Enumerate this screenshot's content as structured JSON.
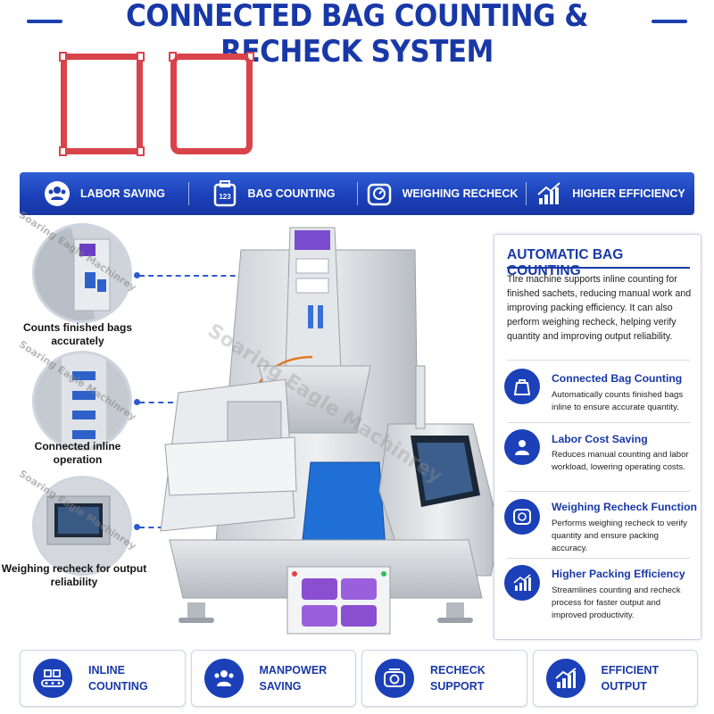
{
  "title": "CONNECTED BAG COUNTING & RECHECK SYSTEM",
  "banner": [
    {
      "label": "LABOR SAVING",
      "icon": "team-icon"
    },
    {
      "label": "BAG COUNTING",
      "icon": "bag-count-icon"
    },
    {
      "label": "WEIGHING RECHECK",
      "icon": "scale-icon"
    },
    {
      "label": "HIGHER EFFICIENCY",
      "icon": "growth-chart-icon"
    }
  ],
  "left_callouts": [
    {
      "caption": "Counts finished bags accurately"
    },
    {
      "caption": "Connected inline operation"
    },
    {
      "caption": "Weighing recheck for output reliability"
    }
  ],
  "watermark": "Soaring Eagle Machinrey",
  "panel": {
    "title": "AUTOMATIC BAG COUNTING",
    "description": "Tlre machine supports inline counting for finished sachets, reducing manual work and improving packing efficiency. It can also perform weighing recheck, helping verify quantity and improving output reliability.",
    "features": [
      {
        "title": "Connected Bag Counting",
        "desc": "Automatically counts finished bags inline to ensure accurate quantity.",
        "icon": "bag-icon"
      },
      {
        "title": "Labor Cost Saving",
        "desc": "Reduces manual counting and labor workload, lowering operating costs.",
        "icon": "worker-icon"
      },
      {
        "title": "Weighing Recheck Function",
        "desc": "Performs weighing recheck to verify quantity and ensure packing accuracy.",
        "icon": "scale-icon"
      },
      {
        "title": "Higher Packing Efficiency",
        "desc": "Streamlines counting and recheck process for faster output and improved productivity.",
        "icon": "growth-chart-icon"
      }
    ]
  },
  "bottom": [
    {
      "line1": "INLINE",
      "line2": "COUNTING",
      "icon": "conveyor-icon"
    },
    {
      "line1": "MANPOWER",
      "line2": "SAVING",
      "icon": "team-icon"
    },
    {
      "line1": "RECHECK",
      "line2": "SUPPORT",
      "icon": "scale-icon"
    },
    {
      "line1": "EFFICIENT",
      "line2": "OUTPUT",
      "icon": "growth-chart-icon"
    }
  ],
  "colors": {
    "brand_blue": "#1838a8",
    "bag_red": "#d9434b",
    "conveyor_blue": "#1f6fd6",
    "product_purple": "#8a4fd0"
  }
}
